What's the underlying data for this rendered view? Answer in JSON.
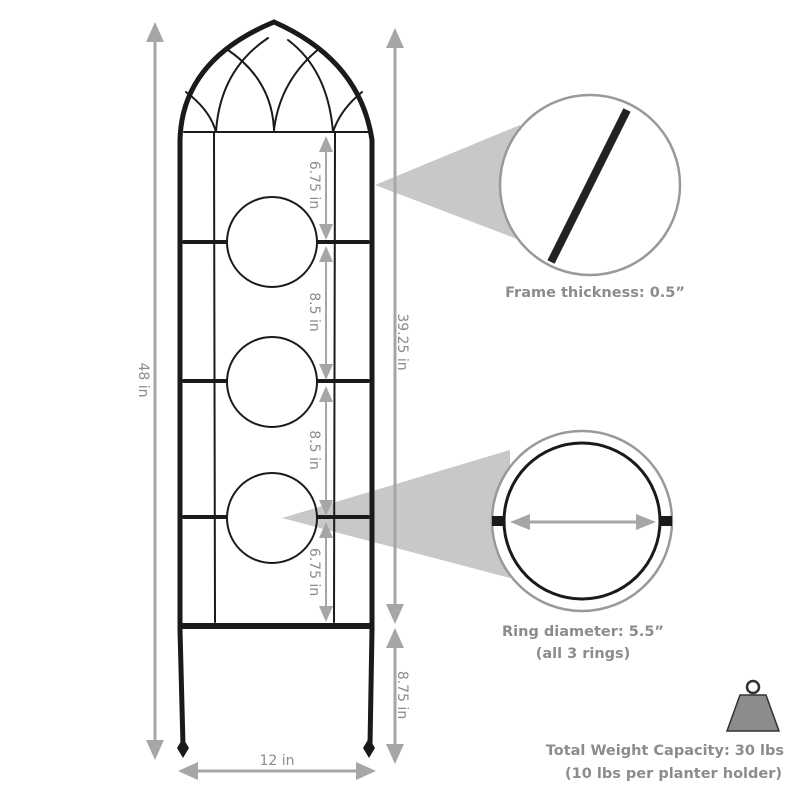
{
  "diagram": {
    "subject": "Gothic arch trellis with 3 planter rings",
    "colors": {
      "frame": "#1a1a1a",
      "dimension": "#a6a6a6",
      "callout_fill": "#c8c8c8",
      "text": "#8c8c8c",
      "background": "#ffffff"
    },
    "dimensions": {
      "total_height": "48 in",
      "upper_height": "39.25 in",
      "stake_height": "8.75 in",
      "width": "12 in",
      "top_to_ring1": "6.75 in",
      "ring1_to_ring2": "8.5 in",
      "ring2_to_ring3": "8.5 in",
      "ring3_to_bottom": "6.75 in"
    },
    "callouts": {
      "frame": {
        "label": "Frame thickness: 0.5”"
      },
      "ring": {
        "label_line1": "Ring diameter: 5.5”",
        "label_line2": "(all 3 rings)"
      },
      "weight": {
        "icon": "weight-icon",
        "label_line1": "Total Weight Capacity: 30 lbs",
        "label_line2": "(10 lbs per planter holder)"
      }
    }
  }
}
